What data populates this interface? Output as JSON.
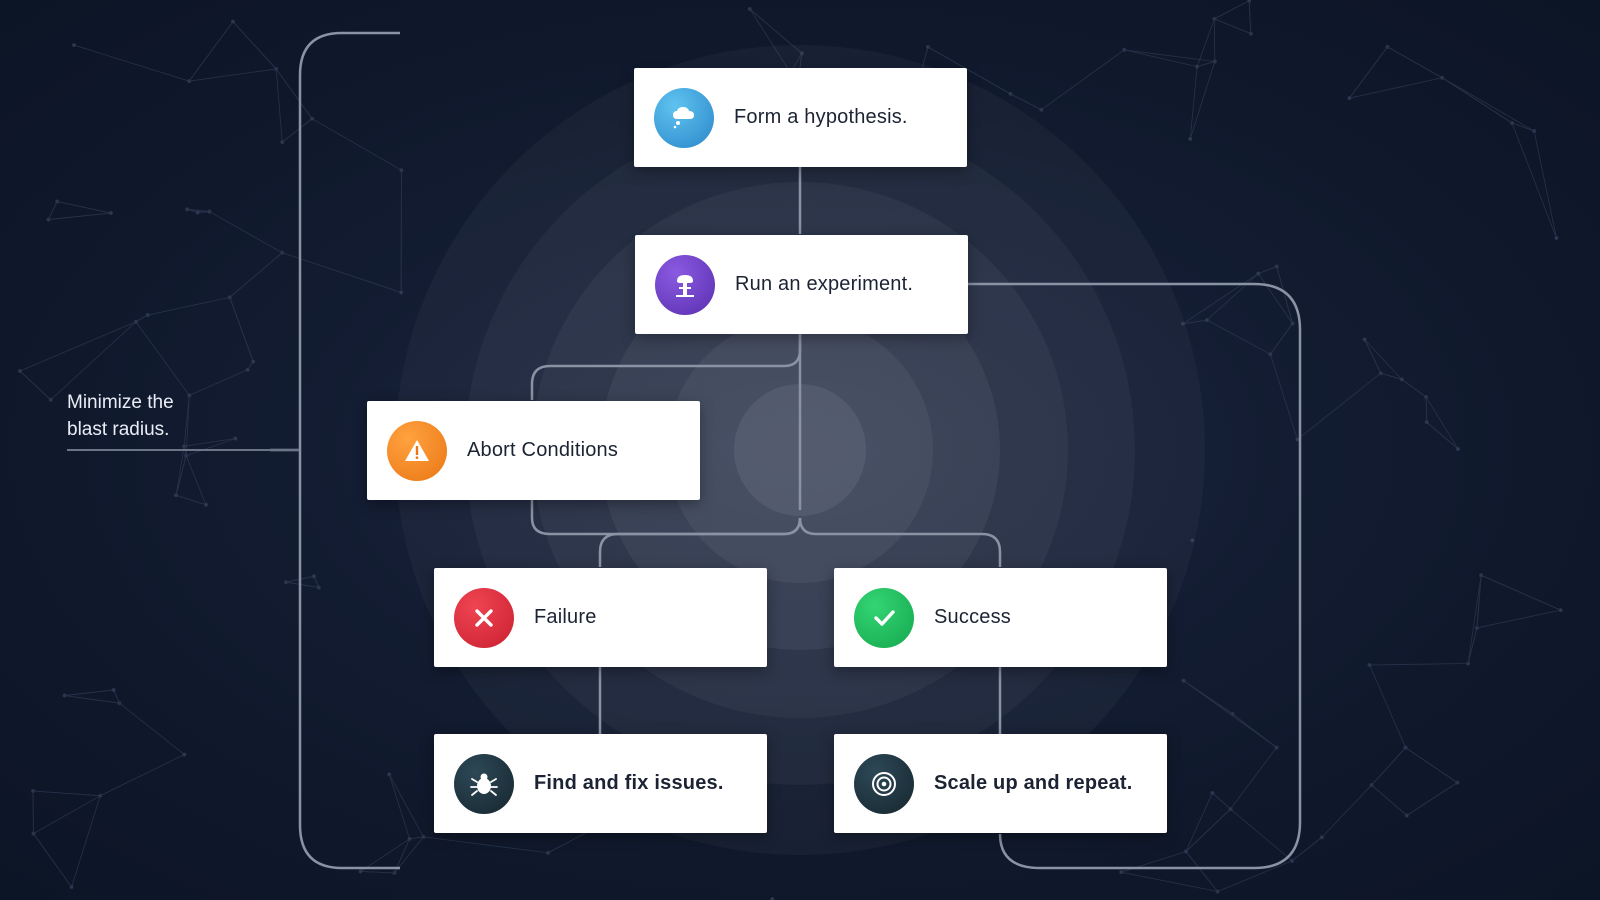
{
  "side_note": {
    "line1": "Minimize the",
    "line2": "blast radius."
  },
  "steps": {
    "hypothesis": {
      "label": "Form a hypothesis.",
      "icon": "thought-cloud-icon",
      "color": "#3a9fd8"
    },
    "experiment": {
      "label": "Run an experiment.",
      "icon": "mushroom-cloud-icon",
      "color": "#6c3fc4"
    },
    "abort": {
      "label": "Abort Conditions",
      "icon": "warning-icon",
      "color": "#f08a24"
    },
    "failure": {
      "label": "Failure",
      "icon": "x-icon",
      "color": "#d92d3d"
    },
    "success": {
      "label": "Success",
      "icon": "checkmark-icon",
      "color": "#1fba5a"
    },
    "fix": {
      "label": "Find and fix issues.",
      "icon": "bug-icon",
      "color": "#1e3440"
    },
    "scale": {
      "label": "Scale up and repeat.",
      "icon": "target-icon",
      "color": "#1e3440"
    }
  },
  "colors": {
    "background": "#0f1a2e",
    "connector": "#8a93a3",
    "ring": "#ffffff"
  }
}
